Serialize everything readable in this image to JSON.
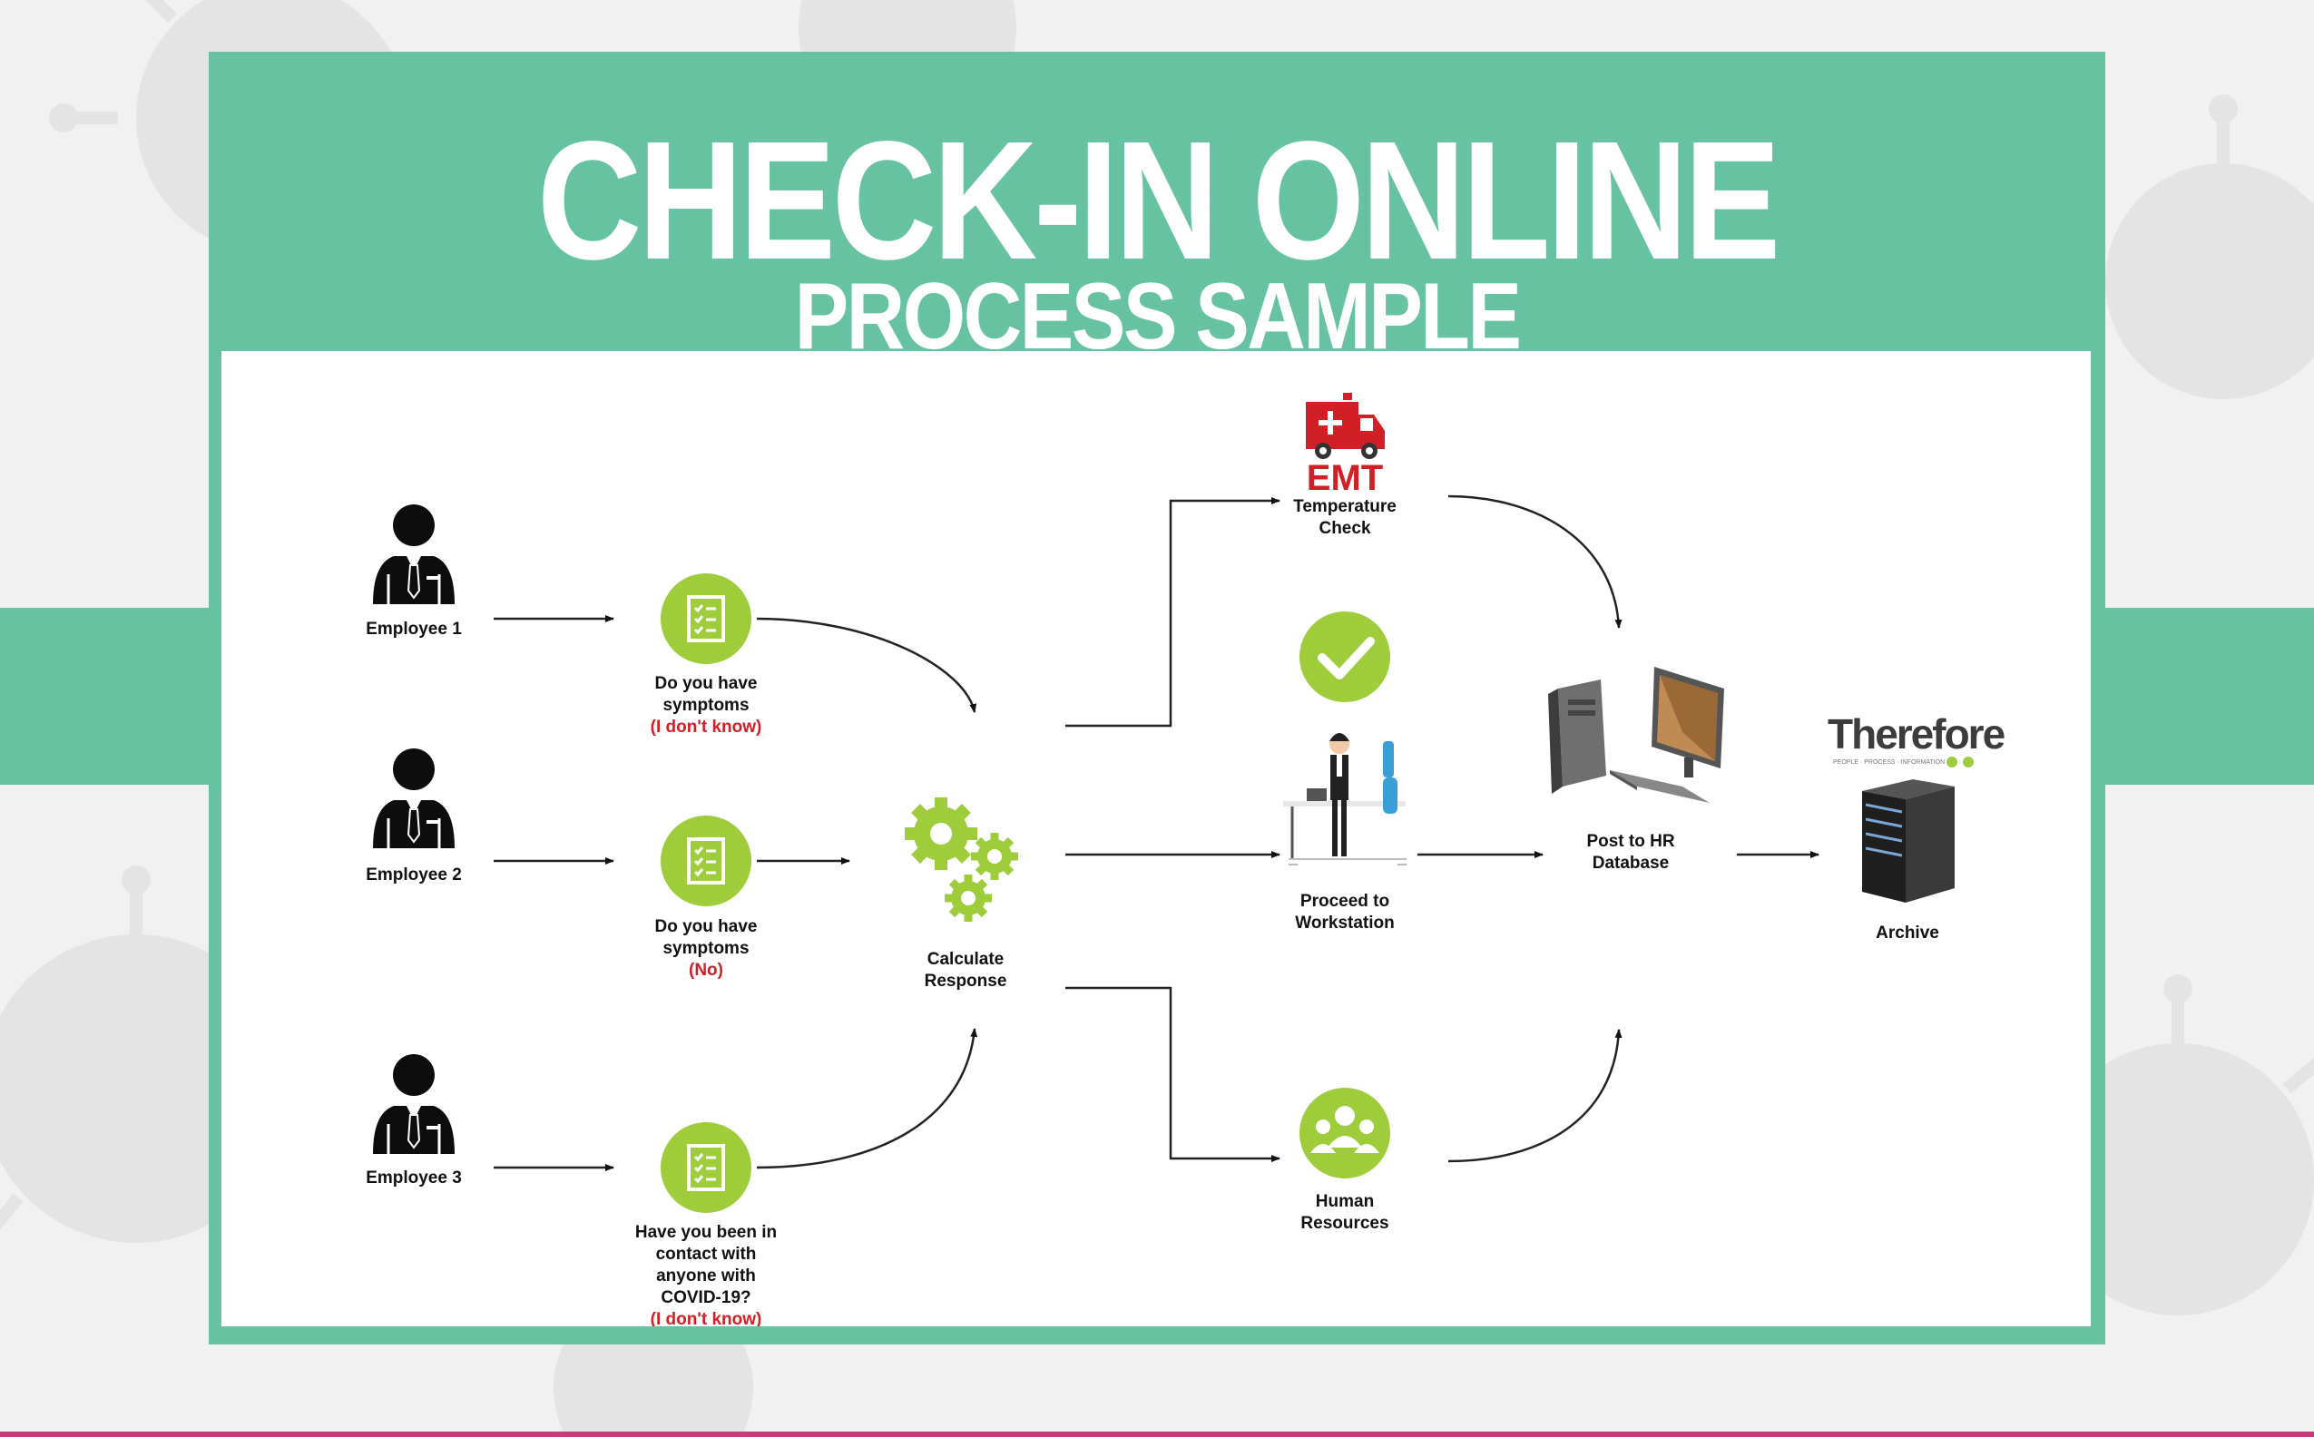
{
  "header": {
    "title": "CHECK-IN ONLINE",
    "subtitle": "PROCESS SAMPLE"
  },
  "colors": {
    "accent_green": "#66c2a1",
    "icon_lime": "#9fcc3b",
    "alert_red": "#d21f26",
    "bottom_line": "#c0417a"
  },
  "employees": [
    {
      "label": "Employee 1",
      "icon": "person-suit-icon"
    },
    {
      "label": "Employee 2",
      "icon": "person-suit-icon"
    },
    {
      "label": "Employee 3",
      "icon": "person-suit-icon"
    }
  ],
  "questions": [
    {
      "lines": [
        "Do you have",
        "symptoms"
      ],
      "answer": "(I don't know)",
      "icon": "checklist-icon"
    },
    {
      "lines": [
        "Do you have",
        "symptoms"
      ],
      "answer": "(No)",
      "icon": "checklist-icon"
    },
    {
      "lines": [
        "Have you been in",
        "contact with",
        "anyone with",
        "COVID-19?"
      ],
      "answer": "(I don't know)",
      "icon": "checklist-icon"
    }
  ],
  "calculate": {
    "lines": [
      "Calculate",
      "Response"
    ],
    "icon": "gears-icon"
  },
  "outcomes": {
    "emt": {
      "badge": "EMT",
      "lines": [
        "Temperature",
        "Check"
      ],
      "icon": "ambulance-icon"
    },
    "workstation": {
      "lines": [
        "Proceed to",
        "Workstation"
      ],
      "icon": "checkmark-icon"
    },
    "hr": {
      "lines": [
        "Human",
        "Resources"
      ],
      "icon": "group-icon"
    }
  },
  "database": {
    "lines": [
      "Post to HR",
      "Database"
    ],
    "icon": "desktop-computer-icon"
  },
  "archive": {
    "label": "Archive",
    "brand": "Therefore",
    "brand_tagline": "PEOPLE · PROCESS · INFORMATION",
    "icon": "server-tower-icon"
  }
}
